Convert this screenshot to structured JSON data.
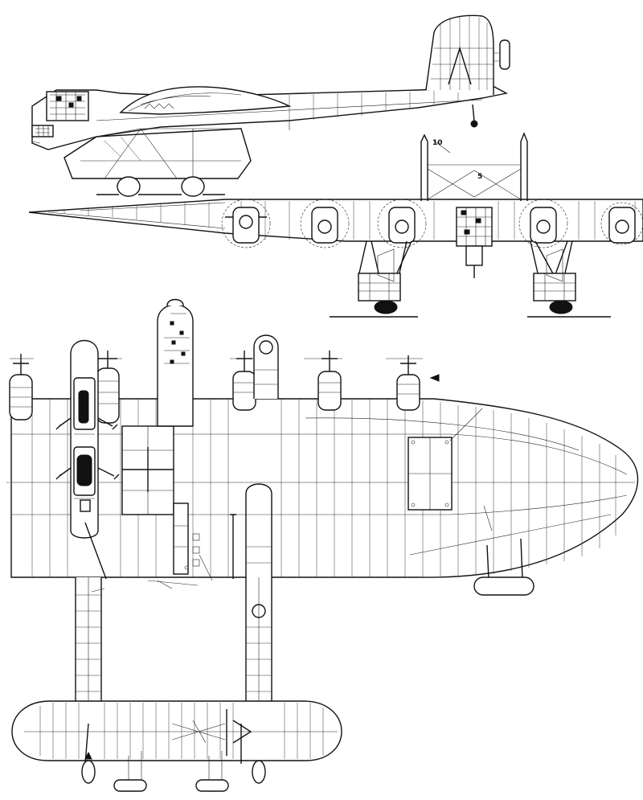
{
  "drawing": {
    "views": [
      "side-view",
      "front-view",
      "top-view"
    ],
    "callouts": [
      {
        "id": "callout-10",
        "text": "10"
      },
      {
        "id": "callout-5",
        "text": "5"
      }
    ],
    "ink_color": "#111111",
    "background_color": "#ffffff"
  }
}
